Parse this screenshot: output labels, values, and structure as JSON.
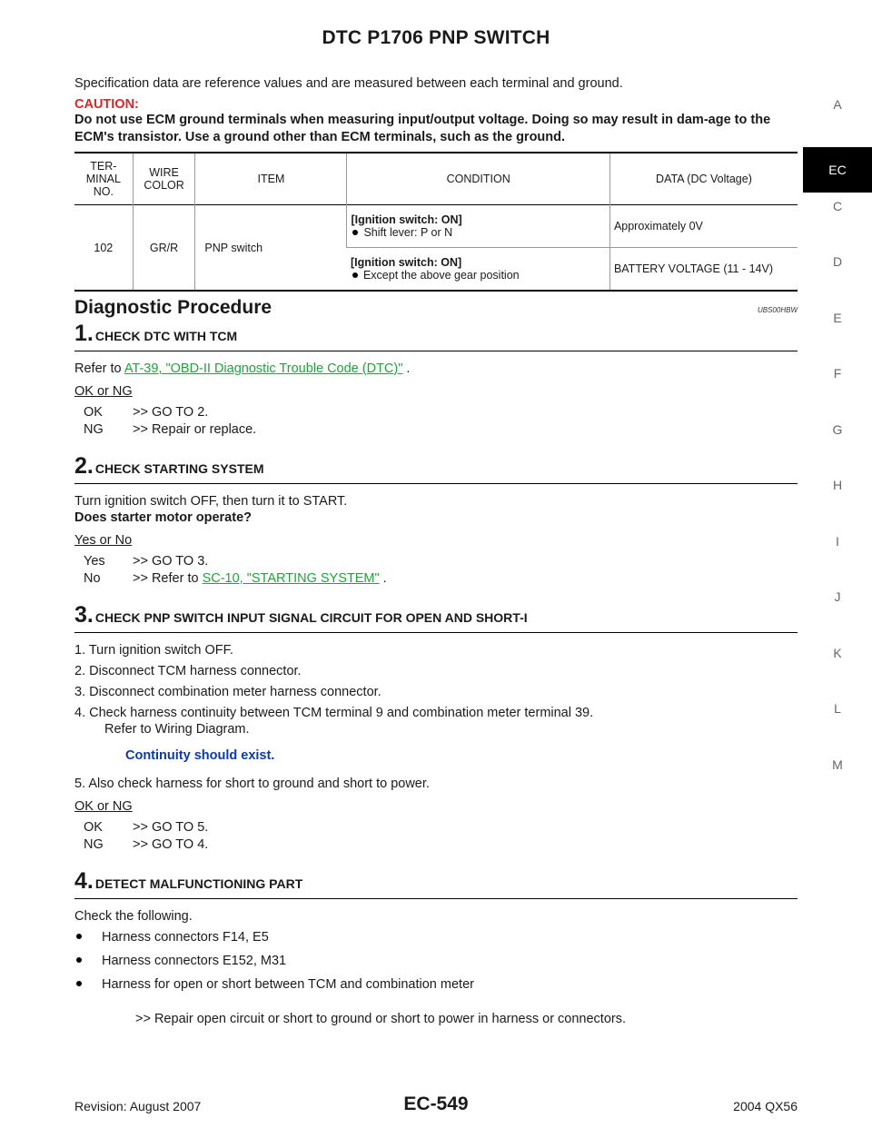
{
  "header": {
    "title": "DTC P1706 PNP SWITCH"
  },
  "intro": "Specification data are reference values and are measured between each terminal and ground.",
  "caution": {
    "label": "CAUTION:",
    "text": "Do not use ECM ground terminals when measuring input/output voltage. Doing so may result in dam-age to the ECM's transistor. Use a ground other than ECM terminals, such as the ground."
  },
  "table": {
    "headers": [
      "TER-MINAL NO.",
      "WIRE COLOR",
      "ITEM",
      "CONDITION",
      "DATA (DC Voltage)"
    ],
    "terminal": "102",
    "wire": "GR/R",
    "item": "PNP switch",
    "rows": [
      {
        "cond_head": "[Ignition switch: ON]",
        "cond_bullet": "Shift lever: P or N",
        "data": "Approximately 0V"
      },
      {
        "cond_head": "[Ignition switch: ON]",
        "cond_bullet": "Except the above gear position",
        "data": "BATTERY VOLTAGE (11 - 14V)"
      }
    ]
  },
  "section": {
    "title": "Diagnostic Procedure",
    "code": "UBS00HBW"
  },
  "steps": [
    {
      "num": "1.",
      "title": "CHECK DTC WITH TCM",
      "text_pre": "Refer to ",
      "link": "AT-39, \"OBD-II Diagnostic Trouble Code (DTC)\"",
      "text_post": " .",
      "judge": "OK or NG",
      "results": [
        {
          "key": "OK",
          "text": ">> GO TO 2."
        },
        {
          "key": "NG",
          "text": ">> Repair or replace."
        }
      ]
    },
    {
      "num": "2.",
      "title": "CHECK STARTING SYSTEM",
      "text": "Turn ignition switch OFF, then turn it to START.",
      "question": "Does starter motor operate?",
      "judge": "Yes or No",
      "results": [
        {
          "key": "Yes",
          "text": ">> GO TO 3."
        },
        {
          "key": "No",
          "text": ">> Refer to ",
          "link": "SC-10, \"STARTING SYSTEM\"",
          "post": " ."
        }
      ]
    },
    {
      "num": "3.",
      "title": "CHECK PNP SWITCH INPUT SIGNAL CIRCUIT FOR OPEN AND SHORT-I",
      "items": [
        "1. Turn ignition switch OFF.",
        "2. Disconnect TCM harness connector.",
        "3. Disconnect combination meter harness connector.",
        "4. Check harness continuity between TCM terminal 9 and combination meter terminal 39."
      ],
      "sub": "Refer to Wiring Diagram.",
      "spec": "Continuity should exist.",
      "item5": "5. Also check harness for short to ground and short to power.",
      "judge": "OK or NG",
      "results": [
        {
          "key": "OK",
          "text": ">> GO TO 5."
        },
        {
          "key": "NG",
          "text": ">> GO TO 4."
        }
      ]
    },
    {
      "num": "4.",
      "title": "DETECT MALFUNCTIONING PART",
      "text": "Check the following.",
      "bullets": [
        "Harness connectors F14, E5",
        "Harness connectors E152, M31",
        "Harness for open or short between TCM and combination meter"
      ],
      "final": ">> Repair open circuit or short to ground or short to power in harness or connectors."
    }
  ],
  "index": [
    "A",
    "EC",
    "C",
    "D",
    "E",
    "F",
    "G",
    "H",
    "I",
    "J",
    "K",
    "L",
    "M"
  ],
  "index_active": "EC",
  "footer": {
    "left": "Revision: August 2007",
    "center": "EC-549",
    "right": "2004 QX56"
  }
}
